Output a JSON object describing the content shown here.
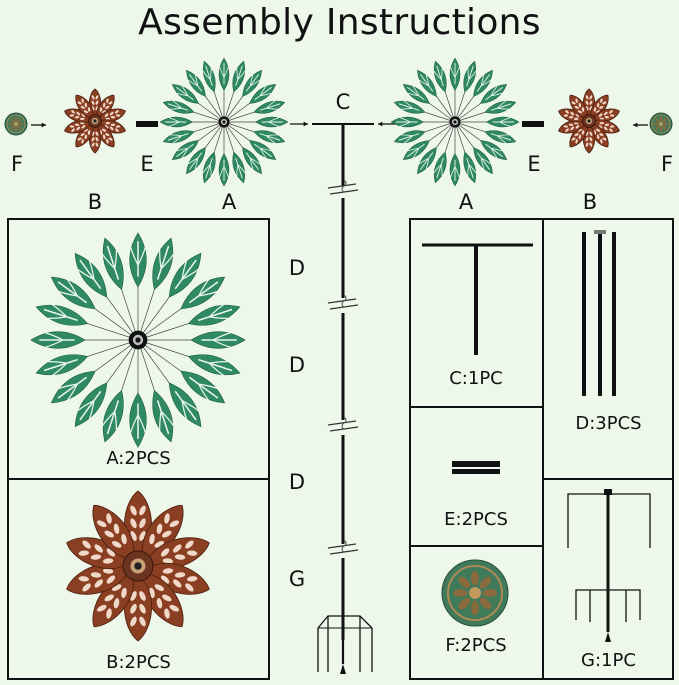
{
  "title": "Assembly Instructions",
  "top_labels": {
    "F_left": "F",
    "E_left": "E",
    "B_left": "B",
    "A_left": "A",
    "C_center": "C",
    "A_right": "A",
    "E_right": "E",
    "B_right": "B",
    "F_right": "F"
  },
  "stake_labels": [
    "D",
    "D",
    "D",
    "G"
  ],
  "left_panel": {
    "A_caption": "A:2PCS",
    "B_caption": "B:2PCS"
  },
  "right_panel": {
    "C_caption": "C:1PC",
    "D_caption": "D:3PCS",
    "E_caption": "E:2PCS",
    "F_caption": "F:2PCS",
    "G_caption": "G:1PC"
  },
  "colors": {
    "background": "#eef8ea",
    "green_petal": "#2f8a63",
    "copper_petal": "#8a3e22",
    "rod": "#111111"
  }
}
